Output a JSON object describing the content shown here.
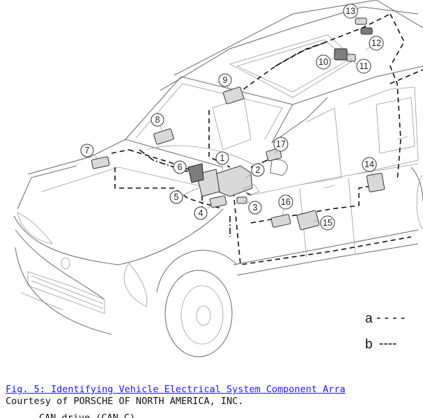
{
  "caption": {
    "figure_link": "Fig. 5: Identifying Vehicle Electrical System Component Arra",
    "credit": "Courtesy of PORSCHE OF NORTH AMERICA, INC.",
    "below_text": "CAN drive (CAN-C)"
  },
  "diagram": {
    "callouts": [
      {
        "id": "c1",
        "label": "1"
      },
      {
        "id": "c2",
        "label": "2"
      },
      {
        "id": "c3",
        "label": "3"
      },
      {
        "id": "c4",
        "label": "4"
      },
      {
        "id": "c5",
        "label": "5"
      },
      {
        "id": "c6",
        "label": "6"
      },
      {
        "id": "c7",
        "label": "7"
      },
      {
        "id": "c8",
        "label": "8"
      },
      {
        "id": "c9",
        "label": "9"
      },
      {
        "id": "c10",
        "label": "10"
      },
      {
        "id": "c11",
        "label": "11"
      },
      {
        "id": "c12",
        "label": "12"
      },
      {
        "id": "c13",
        "label": "13"
      },
      {
        "id": "c14",
        "label": "14"
      },
      {
        "id": "c15",
        "label": "15"
      },
      {
        "id": "c16",
        "label": "16"
      },
      {
        "id": "c17",
        "label": "17"
      }
    ],
    "legend": [
      {
        "key": "a",
        "line": "- - - -"
      },
      {
        "key": "b",
        "line": "----"
      }
    ]
  }
}
